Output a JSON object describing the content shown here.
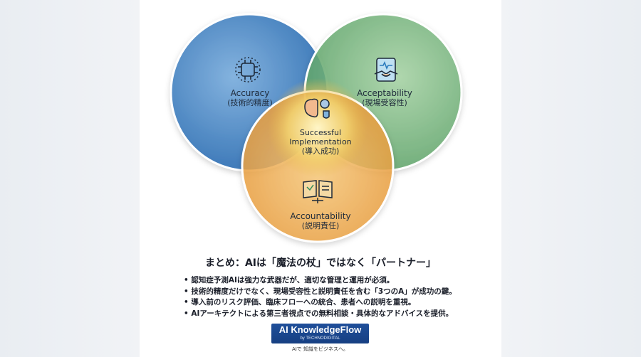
{
  "diagram": {
    "circles": [
      {
        "id": "accuracy",
        "label_en": "Accuracy",
        "label_ja": "(技術的精度)",
        "icon": "ai-chip-icon",
        "color": "#3f7fc0"
      },
      {
        "id": "acceptability",
        "label_en": "Acceptability",
        "label_ja": "(現場受容性)",
        "icon": "handshake-tablet-icon",
        "color": "#6fb07a"
      },
      {
        "id": "accountability",
        "label_en": "Accountability",
        "label_ja": "(説明責任)",
        "icon": "book-scale-icon",
        "color": "#eda54a"
      }
    ],
    "center": {
      "line1": "Successful",
      "line2": "Implementation",
      "label_ja": "(導入成功)",
      "icon": "brain-gear-shield-icon"
    }
  },
  "summary": {
    "title": "まとめ：AIは「魔法の杖」ではなく「パートナー」",
    "bullets": [
      "認知症予測AIは強力な武器だが、適切な管理と運用が必須。",
      "技術的精度だけでなく、現場受容性と説明責任を含む「3つのA」が成功の鍵。",
      "導入前のリスク評価、臨床フローへの統合、患者への説明を重視。",
      "AIアーキテクトによる第三者視点での無料相談・具体的なアドバイスを提供。"
    ]
  },
  "logo": {
    "brand": "AI KnowledgeFlow",
    "by": "by TECHNODIGITAL",
    "tagline": "AIで 知識をビジネスへ。"
  }
}
